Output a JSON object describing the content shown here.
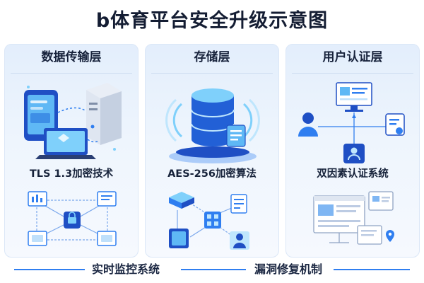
{
  "title": "b体育平台安全升级示意图",
  "panels": [
    {
      "header": "数据传输层",
      "caption": "TLS 1.3加密技术"
    },
    {
      "header": "存储层",
      "caption": "AES-256加密算法"
    },
    {
      "header": "用户认证层",
      "caption": "双因素认证系统"
    }
  ],
  "footer": {
    "left": "实时监控系统",
    "right": "漏洞修复机制"
  },
  "colors": {
    "accent": "#2f7ef0",
    "dark_blue": "#1f4fc4",
    "cyan": "#4fc3f7",
    "panel_bg": "#e9f2fd"
  },
  "icons": [
    "tablet-icon",
    "server-icon",
    "laptop-icon",
    "shield-lock-icon",
    "database-icon",
    "document-icon",
    "monitor-icon",
    "user-icon",
    "face-id-icon",
    "browser-window-icon",
    "location-pin-icon"
  ]
}
